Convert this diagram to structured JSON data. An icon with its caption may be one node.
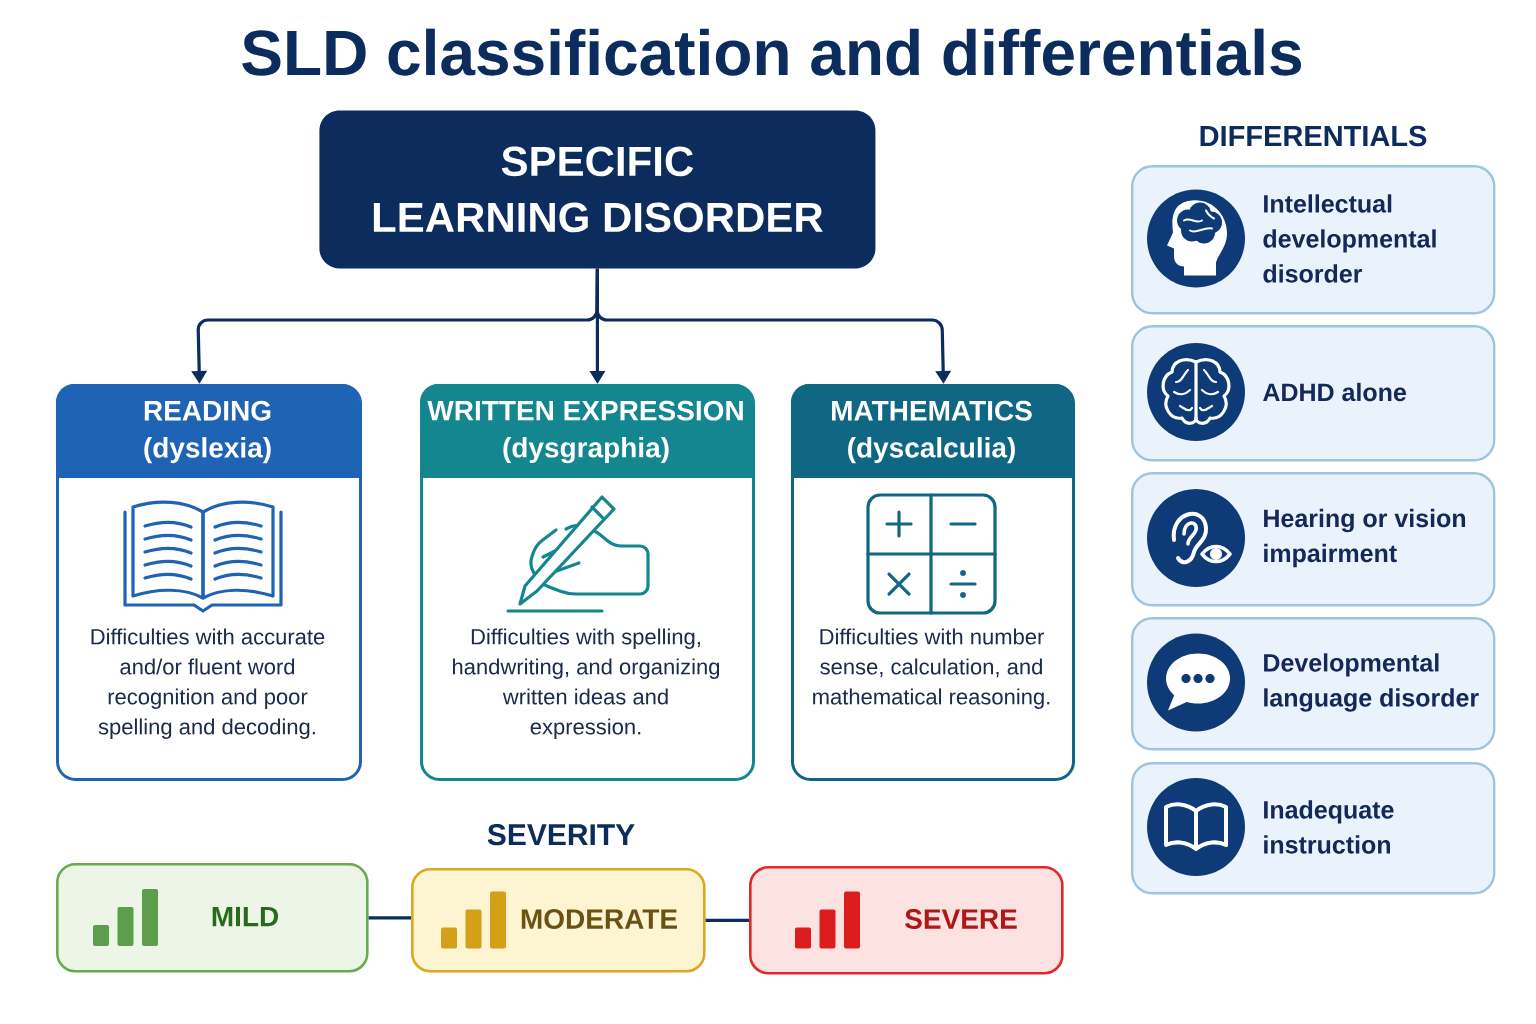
{
  "diagram": {
    "title": "SLD classification and differentials",
    "nodes": [
      {
        "text": [
          "SPECIFIC LEARNING DISORDER"
        ]
      },
      {
        "text": [
          "READING (dyslexia)",
          "Difficulties with accurate and/or fluent word recognition and poor spelling and decoding."
        ]
      },
      {
        "text": [
          "WRITTEN EXPRESSION (dysgraphia)",
          "Difficulties with spelling, handwriting, and organizing written ideas and expression."
        ]
      },
      {
        "text": [
          "MATHEMATICS (dyscalculia)",
          "Difficulties with number sense, calculation, and mathematical reasoning."
        ]
      },
      {
        "text": [
          "MILD"
        ]
      },
      {
        "text": [
          "MODERATE"
        ]
      },
      {
        "text": [
          "SEVERE"
        ]
      },
      {
        "text": [
          "Intellectual developmental disorder"
        ]
      },
      {
        "text": [
          "ADHD alone"
        ]
      },
      {
        "text": [
          "Hearing or vision impairment"
        ]
      },
      {
        "text": [
          "Developmental language disorder"
        ]
      },
      {
        "text": [
          "Inadequate instruction"
        ]
      }
    ],
    "edges": [
      {
        "from": 0,
        "to": 1,
        "arrow": "to"
      },
      {
        "from": 0,
        "to": 2,
        "arrow": "to"
      },
      {
        "from": 0,
        "to": 3,
        "arrow": "to"
      },
      {
        "from": 4,
        "to": 5,
        "arrow": "none"
      },
      {
        "from": 5,
        "to": 6,
        "arrow": "none"
      }
    ],
    "labels": [
      "DIFFERENTIALS",
      "SEVERITY"
    ]
  }
}
